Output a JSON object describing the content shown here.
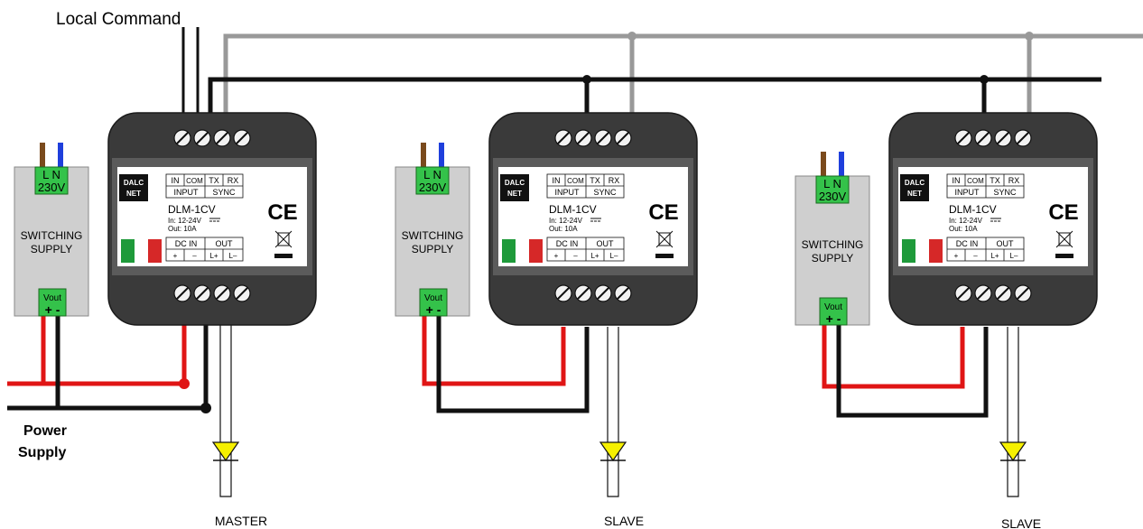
{
  "labels": {
    "local_command": "Local Command",
    "power_supply_line1": "Power",
    "power_supply_line2": "Supply"
  },
  "colors": {
    "wire_black": "#111111",
    "wire_gray": "#999999",
    "wire_red": "#e01515",
    "wire_brown": "#7a4a1c",
    "wire_blue": "#1f3fdc",
    "module_body": "#3a3a3a",
    "module_face": "#5b5b5b",
    "psu_body": "#cfcfcf",
    "terminal_green": "#34c24a",
    "led_yellow": "#f6f000"
  },
  "power_supplies": [
    {
      "name_line1": "SWITCHING",
      "name_line2": "SUPPLY",
      "mains_terminals": "L N",
      "mains_voltage": "230V",
      "output_label": "Vout",
      "output_polarity": "+ -"
    },
    {
      "name_line1": "SWITCHING",
      "name_line2": "SUPPLY",
      "mains_terminals": "L N",
      "mains_voltage": "230V",
      "output_label": "Vout",
      "output_polarity": "+ -"
    },
    {
      "name_line1": "SWITCHING",
      "name_line2": "SUPPLY",
      "mains_terminals": "L N",
      "mains_voltage": "230V",
      "output_label": "Vout",
      "output_polarity": "+ -"
    }
  ],
  "modules": [
    {
      "role": "MASTER",
      "brand_line1": "DALC",
      "brand_line2": "NET",
      "model": "DLM-1CV",
      "input_spec": "In: 12-24V",
      "output_spec": "Out: 10A",
      "top_terminals": [
        "IN",
        "COM",
        "TX",
        "RX"
      ],
      "top_groups": [
        "INPUT",
        "SYNC"
      ],
      "bottom_groups": [
        "DC IN",
        "OUT"
      ],
      "bottom_terminals": [
        "+",
        "–",
        "L+",
        "L–"
      ],
      "ce_mark": "CE"
    },
    {
      "role": "SLAVE",
      "brand_line1": "DALC",
      "brand_line2": "NET",
      "model": "DLM-1CV",
      "input_spec": "In: 12-24V",
      "output_spec": "Out: 10A",
      "top_terminals": [
        "IN",
        "COM",
        "TX",
        "RX"
      ],
      "top_groups": [
        "INPUT",
        "SYNC"
      ],
      "bottom_groups": [
        "DC IN",
        "OUT"
      ],
      "bottom_terminals": [
        "+",
        "–",
        "L+",
        "L–"
      ],
      "ce_mark": "CE"
    },
    {
      "role": "SLAVE",
      "brand_line1": "DALC",
      "brand_line2": "NET",
      "model": "DLM-1CV",
      "input_spec": "In: 12-24V",
      "output_spec": "Out: 10A",
      "top_terminals": [
        "IN",
        "COM",
        "TX",
        "RX"
      ],
      "top_groups": [
        "INPUT",
        "SYNC"
      ],
      "bottom_groups": [
        "DC IN",
        "OUT"
      ],
      "bottom_terminals": [
        "+",
        "–",
        "L+",
        "L–"
      ],
      "ce_mark": "CE"
    }
  ]
}
